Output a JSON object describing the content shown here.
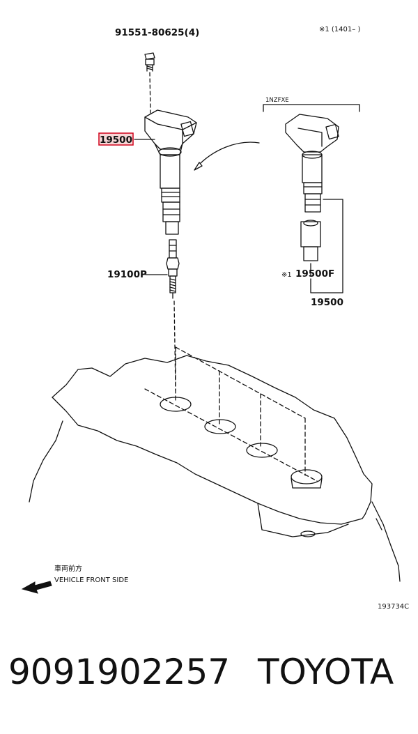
{
  "diagram": {
    "labels": {
      "bolt": "91551-80625(4)",
      "note_ref": "※1 (1401–      )",
      "variant_header": "1NZFXE",
      "coil_highlighted": "19500",
      "spark_plug": "19100P",
      "coil_boot_mark": "※1",
      "coil_boot_part": "19500F",
      "coil_assembly": "19500",
      "direction_jp": "車両前方",
      "direction_en": "VEHICLE FRONT SIDE",
      "figure_id": "193734C"
    },
    "colors": {
      "line": "#111111",
      "highlight_border": "#d0021b",
      "highlight_fill": "#f6d6d6",
      "background": "#ffffff"
    }
  },
  "footer": {
    "part_number": "9091902257",
    "brand": "TOYOTA"
  }
}
